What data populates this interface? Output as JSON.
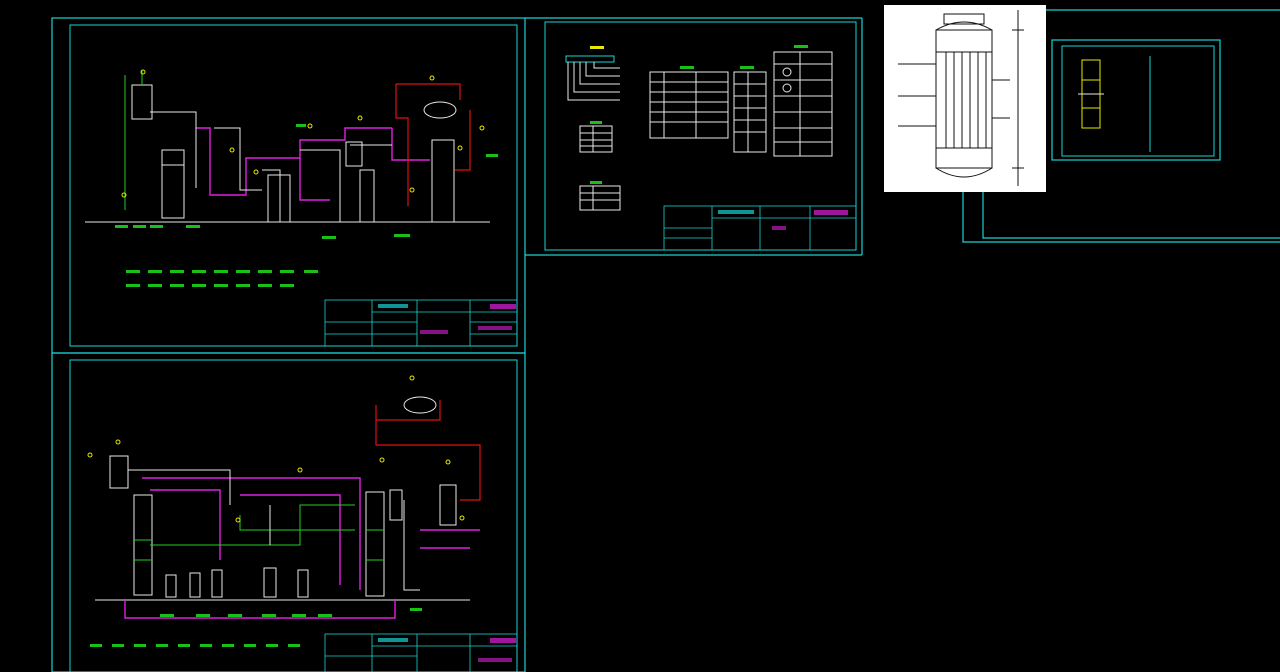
{
  "colors": {
    "background": "#000000",
    "border": "#19d3d3",
    "pipe_red": "#e01010",
    "pipe_magenta": "#e020e0",
    "pipe_green": "#20d020",
    "instrument_yellow": "#e8e800",
    "equipment_white": "#e8e8e8",
    "tag_green": "#18c018"
  },
  "sheets": [
    "pid-sheet-top",
    "pid-sheet-bottom",
    "legend-sheet",
    "reference-photo",
    "thumbnail-sheet"
  ]
}
